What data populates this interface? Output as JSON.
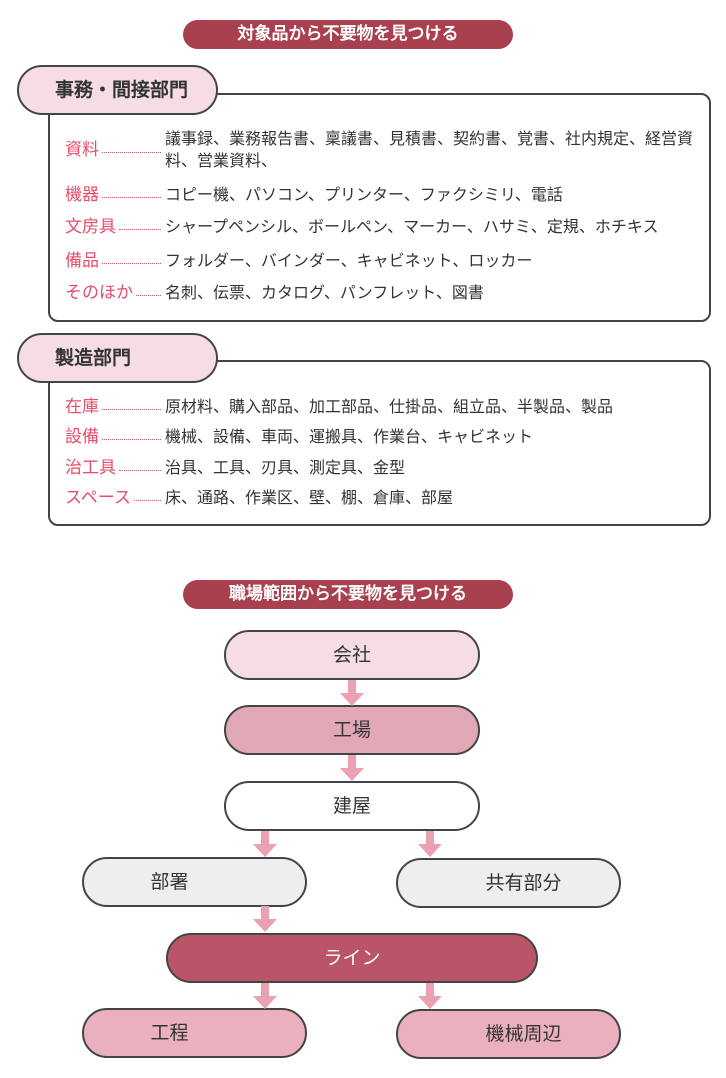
{
  "section1": {
    "title": "対象品から不要物を見つける",
    "groups": [
      {
        "name": "事務・間接部門",
        "rows": [
          {
            "label": "資料",
            "items": "議事録、業務報告書、稟議書、見積書、契約書、覚書、社内規定、経営資料、営業資料、"
          },
          {
            "label": "機器",
            "items": "コピー機、パソコン、プリンター、ファクシミリ、電話"
          },
          {
            "label": "文房具",
            "items": "シャープペンシル、ボールペン、マーカー、ハサミ、定規、ホチキス"
          },
          {
            "label": "備品",
            "items": "フォルダー、バインダー、キャビネット、ロッカー"
          },
          {
            "label": "そのほか",
            "items": "名刺、伝票、カタログ、パンフレット、図書"
          }
        ]
      },
      {
        "name": "製造部門",
        "rows": [
          {
            "label": "在庫",
            "items": "原材料、購入部品、加工部品、仕掛品、組立品、半製品、製品"
          },
          {
            "label": "設備",
            "items": "機械、設備、車両、運搬具、作業台、キャビネット"
          },
          {
            "label": "治工具",
            "items": "治具、工具、刃具、測定具、金型"
          },
          {
            "label": "スペース",
            "items": "床、通路、作業区、壁、棚、倉庫、部屋"
          }
        ]
      }
    ]
  },
  "section2": {
    "title": "職場範囲から不要物を見つける",
    "nodes": {
      "company": "会社",
      "factory": "工場",
      "building": "建屋",
      "department": "部署",
      "shared": "共有部分",
      "line": "ライン",
      "process": "工程",
      "machine": "機械周辺"
    }
  },
  "colors": {
    "banner": "#a8404f",
    "label": "#e84c6a",
    "arrow": "#eaa1b1"
  }
}
